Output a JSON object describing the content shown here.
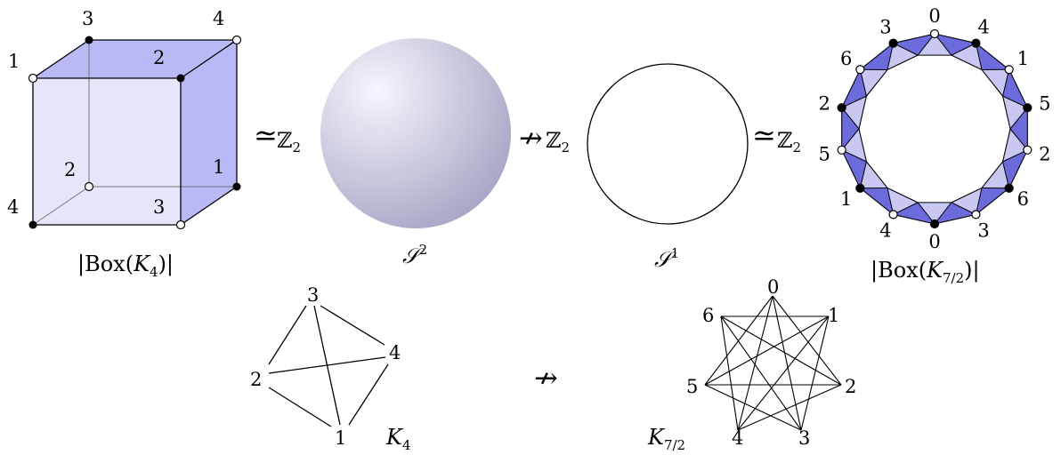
{
  "colors": {
    "face_fill": "#b9b9f5",
    "front_face_fill": "#e6e6fb",
    "band_fill": "#6b6bdc",
    "band_light": "#c8c8f2",
    "sphere_light": "#f6f6fd",
    "sphere_dark": "#a6a6c6"
  },
  "cube": {
    "vertex_labels": [
      "3",
      "4",
      "1",
      "2",
      "2",
      "1",
      "4",
      "3"
    ],
    "caption_open": "|Box(",
    "caption_var": "K",
    "caption_sub": "4",
    "caption_close": ")|"
  },
  "relations": {
    "equiv_symbol": "≃",
    "not_map_symbol": "↛",
    "group": "ℤ",
    "group_sub": "2"
  },
  "sphere": {
    "label": "𝒮",
    "sup": "2"
  },
  "circle": {
    "label": "𝒮",
    "sup": "1"
  },
  "ring": {
    "outer_labels": [
      "0",
      "4",
      "1",
      "5",
      "2",
      "6",
      "3",
      "0",
      "4",
      "1",
      "5",
      "2",
      "6",
      "3"
    ],
    "caption_open": "|Box(",
    "caption_var": "K",
    "caption_sub": "7/2",
    "caption_close": ")|"
  },
  "k4": {
    "vertex_labels": [
      "3",
      "4",
      "1",
      "2"
    ],
    "name_var": "K",
    "name_sub": "4"
  },
  "k72": {
    "vertex_labels": [
      "0",
      "1",
      "2",
      "3",
      "4",
      "5",
      "6"
    ],
    "name_var": "K",
    "name_sub": "7/2"
  }
}
